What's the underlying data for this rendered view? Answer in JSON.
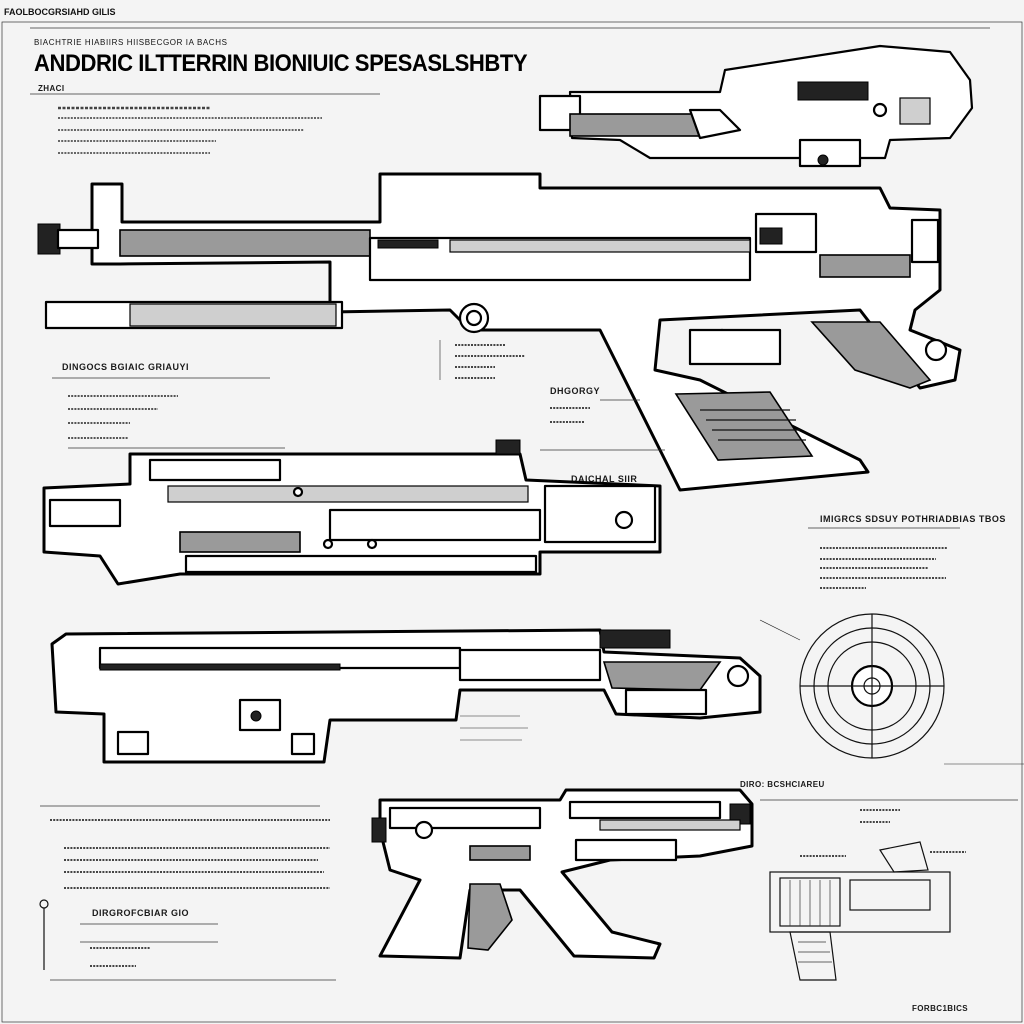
{
  "header": {
    "top_label": "FAOLBOCGRSIAHD GILIS",
    "subtitle": "BIACHTRIE HIABIIRS    HIISBECGOR IA BACHS",
    "title": "ANDDRIC ILTTERRIN BIONIUIC SPESASLSHBTY",
    "section_tag": "ZHACI"
  },
  "sections": {
    "left_heading_1": "DINGOCS BGIAIC GRIAUYI",
    "left_heading_2": "DIRGROFCBIAR GIO",
    "mid_heading_1": "DHGORGY",
    "mid_heading_2": "DAICHAL SIIR",
    "right_heading_1": "IMIGRCS SDSUY POTHRIADBIAS TBOS",
    "lower_label_1": "DIRO: BCSHCIAREU",
    "lower_label_2": "FORBC1BICS"
  },
  "icons": {
    "crosshair": "reticle-diagram-icon",
    "revolver": "cutaway-diagram-icon"
  },
  "colors": {
    "ink": "#111111",
    "paper": "#f4f4f4",
    "shade": "#9a9a9a",
    "light_shade": "#cfcfcf"
  }
}
